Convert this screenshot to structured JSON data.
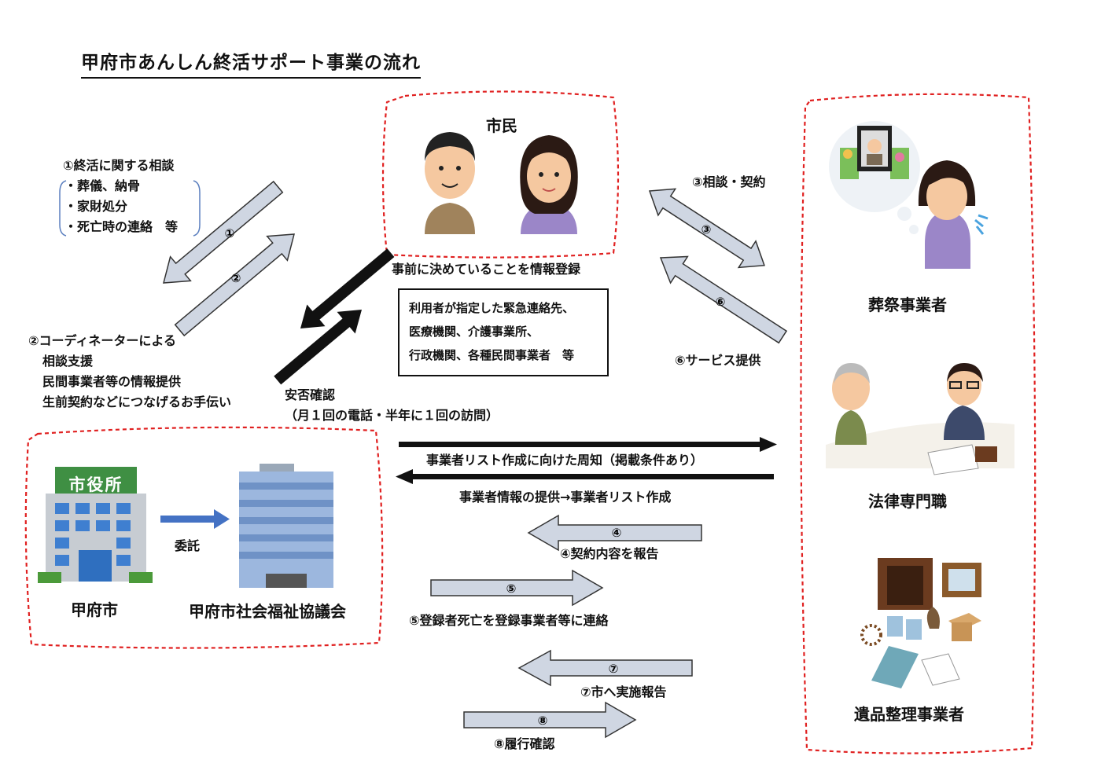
{
  "title": "甲府市あんしん終活サポート事業の流れ",
  "citizen": {
    "label": "市民"
  },
  "consult": {
    "header": "①終活に関する相談",
    "items": [
      "・葬儀、納骨",
      "・家財処分",
      "・死亡時の連絡　等"
    ]
  },
  "coordinator": {
    "header": "②コーディネーターによる",
    "items": [
      "相談支援",
      "民間事業者等の情報提供",
      "生前契約などにつなげるお手伝い"
    ]
  },
  "register_label": "事前に決めていることを情報登録",
  "contacts_box": [
    "利用者が指定した緊急連絡先、",
    "医療機関、介護事業所、",
    "行政機関、各種民間事業者　等"
  ],
  "safety": {
    "line1": "安否確認",
    "line2": "（月１回の電話・半年に１回の訪問）"
  },
  "contract_label": "③相談・契約",
  "service_label": "⑥サービス提供",
  "circled": [
    "①",
    "②",
    "③",
    "④",
    "⑤",
    "⑥",
    "⑦",
    "⑧"
  ],
  "providers": [
    "葬祭事業者",
    "法律専門職",
    "遺品整理事業者"
  ],
  "city": {
    "sign": "市役所",
    "name": "甲府市",
    "delegate": "委託",
    "council": "甲府市社会福祉協議会"
  },
  "flows": {
    "notice": "事業者リスト作成に向けた周知（掲載条件あり）",
    "provide": "事業者情報の提供→事業者リスト作成",
    "report": "④契約内容を報告",
    "death": "⑤登録者死亡を登録事業者等に連絡",
    "impl": "⑦市へ実施報告",
    "perform": "⑧履行確認"
  },
  "colors": {
    "dashed_border": "#e02020",
    "flow_arrow_fill": "#cfd6e2",
    "delegate_arrow": "#4472c4"
  }
}
